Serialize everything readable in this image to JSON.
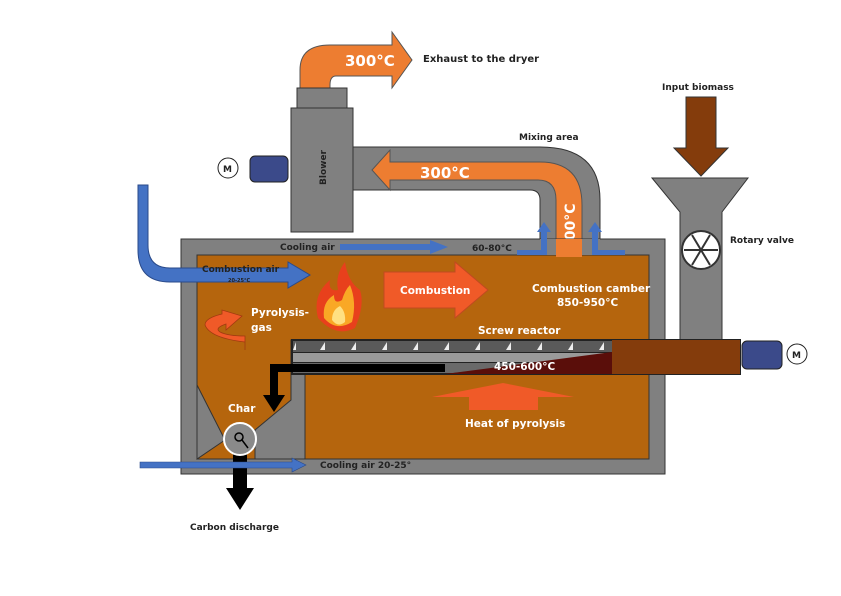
{
  "labels": {
    "exhaust_temp": "300°C",
    "exhaust": "Exhaust to the dryer",
    "input_biomass": "Input biomass",
    "mixing_area": "Mixing area",
    "blower": "Blower",
    "motor": "M",
    "return_temp": "300°C",
    "riser_temp": "300°C",
    "rotary_valve": "Rotary valve",
    "cooling_air_top": "Cooling air",
    "cooling_temp_top": "60-80°C",
    "combustion_air": "Combustion air",
    "combustion_air_temp": "20-25°C",
    "combustion": "Combustion",
    "combustion_chamber": "Combustion camber",
    "combustion_chamber_temp": "850-950°C",
    "pyrolysis_gas_1": "Pyrolysis-",
    "pyrolysis_gas_2": "gas",
    "screw_reactor": "Screw reactor",
    "reactor_temp": "450-600°C",
    "char": "Char",
    "heat_of_pyrolysis": "Heat of pyrolysis",
    "cooling_air_bottom": "Cooling air 20-25°",
    "carbon_discharge": "Carbon discharge"
  },
  "colors": {
    "chamber": "#B5650D",
    "wall": "#808080",
    "hot_gas": "#ED7D31",
    "arrow_red": "#F05A28",
    "air": "#4472C4",
    "biomass": "#843C0C",
    "motor": "#3B4A8A"
  }
}
